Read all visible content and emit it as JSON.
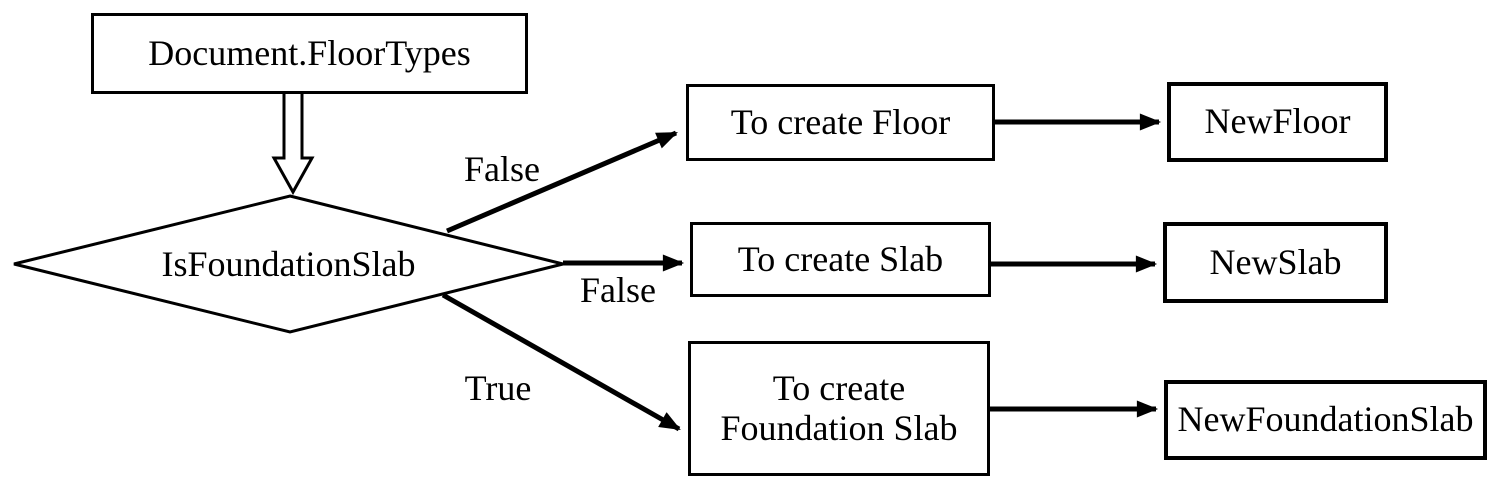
{
  "diagram": {
    "type": "flowchart",
    "background_color": "#ffffff",
    "stroke_color": "#000000",
    "nodes": {
      "start": {
        "shape": "rectangle",
        "label": "Document.FloorTypes"
      },
      "decision": {
        "shape": "diamond",
        "label": "IsFoundationSlab"
      },
      "create_floor": {
        "shape": "rectangle",
        "label": "To create Floor"
      },
      "create_slab": {
        "shape": "rectangle",
        "label": "To create Slab"
      },
      "create_foundation_slab": {
        "shape": "rectangle",
        "label": "To create Foundation Slab"
      },
      "new_floor": {
        "shape": "rectangle",
        "label": "NewFloor"
      },
      "new_slab": {
        "shape": "rectangle",
        "label": "NewSlab"
      },
      "new_foundation_slab": {
        "shape": "rectangle",
        "label": "NewFoundationSlab"
      }
    },
    "edges": [
      {
        "from": "start",
        "to": "decision",
        "style": "hollow-block-arrow",
        "label": ""
      },
      {
        "from": "decision",
        "to": "create_floor",
        "style": "arrow",
        "label": "False"
      },
      {
        "from": "decision",
        "to": "create_slab",
        "style": "arrow",
        "label": "False"
      },
      {
        "from": "decision",
        "to": "create_foundation_slab",
        "style": "arrow",
        "label": "True"
      },
      {
        "from": "create_floor",
        "to": "new_floor",
        "style": "arrow",
        "label": ""
      },
      {
        "from": "create_slab",
        "to": "new_slab",
        "style": "arrow",
        "label": ""
      },
      {
        "from": "create_foundation_slab",
        "to": "new_foundation_slab",
        "style": "arrow",
        "label": ""
      }
    ]
  }
}
